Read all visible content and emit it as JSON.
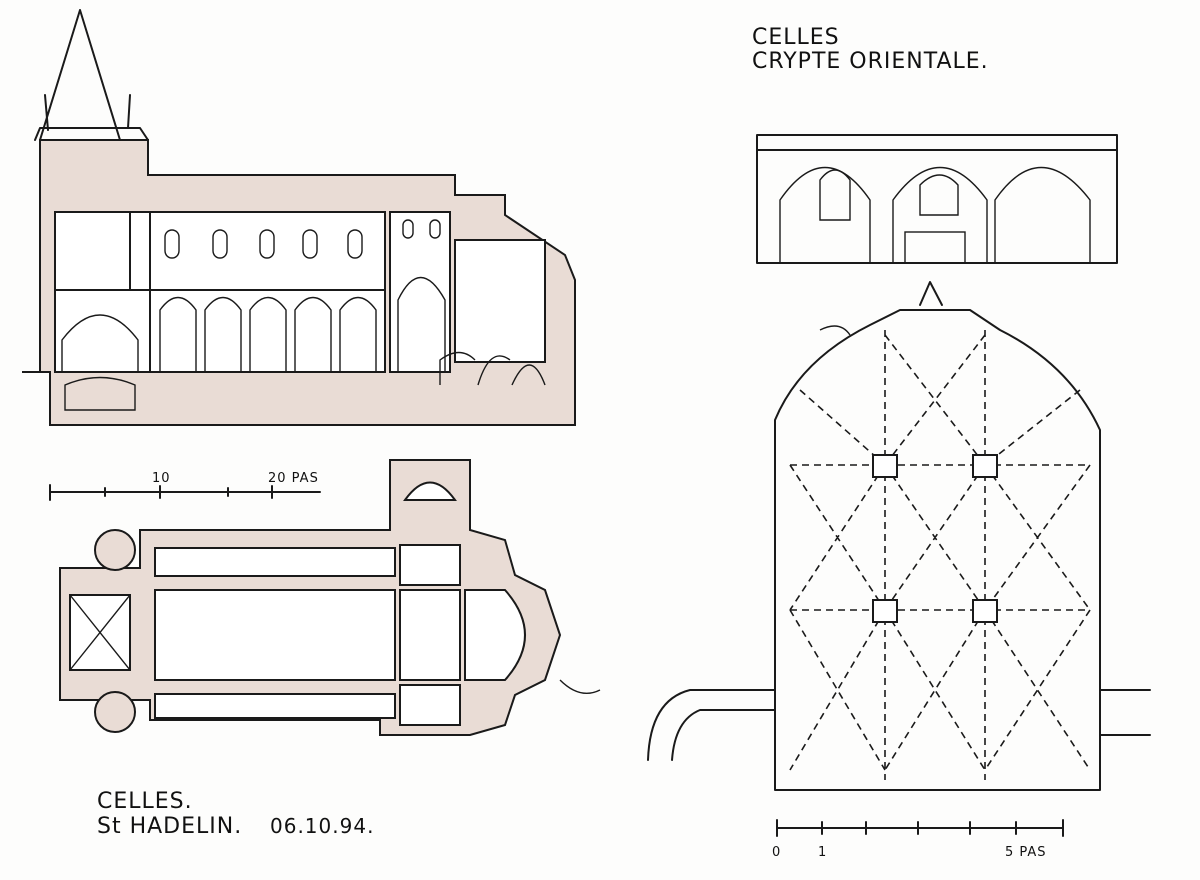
{
  "left_sheet": {
    "title_line1": "CELLES.",
    "title_line2": "St HADELIN.",
    "date": "06.10.94.",
    "scale_labels": [
      "10",
      "20 PAS"
    ]
  },
  "right_sheet": {
    "title_line1": "CELLES",
    "title_line2": "CRYPTE ORIENTALE.",
    "scale_labels": [
      "0",
      "1",
      "5 PAS"
    ]
  },
  "colors": {
    "ink": "#1a1a1a",
    "wash": "#e9dcd5",
    "paper": "#fdfdfc"
  }
}
